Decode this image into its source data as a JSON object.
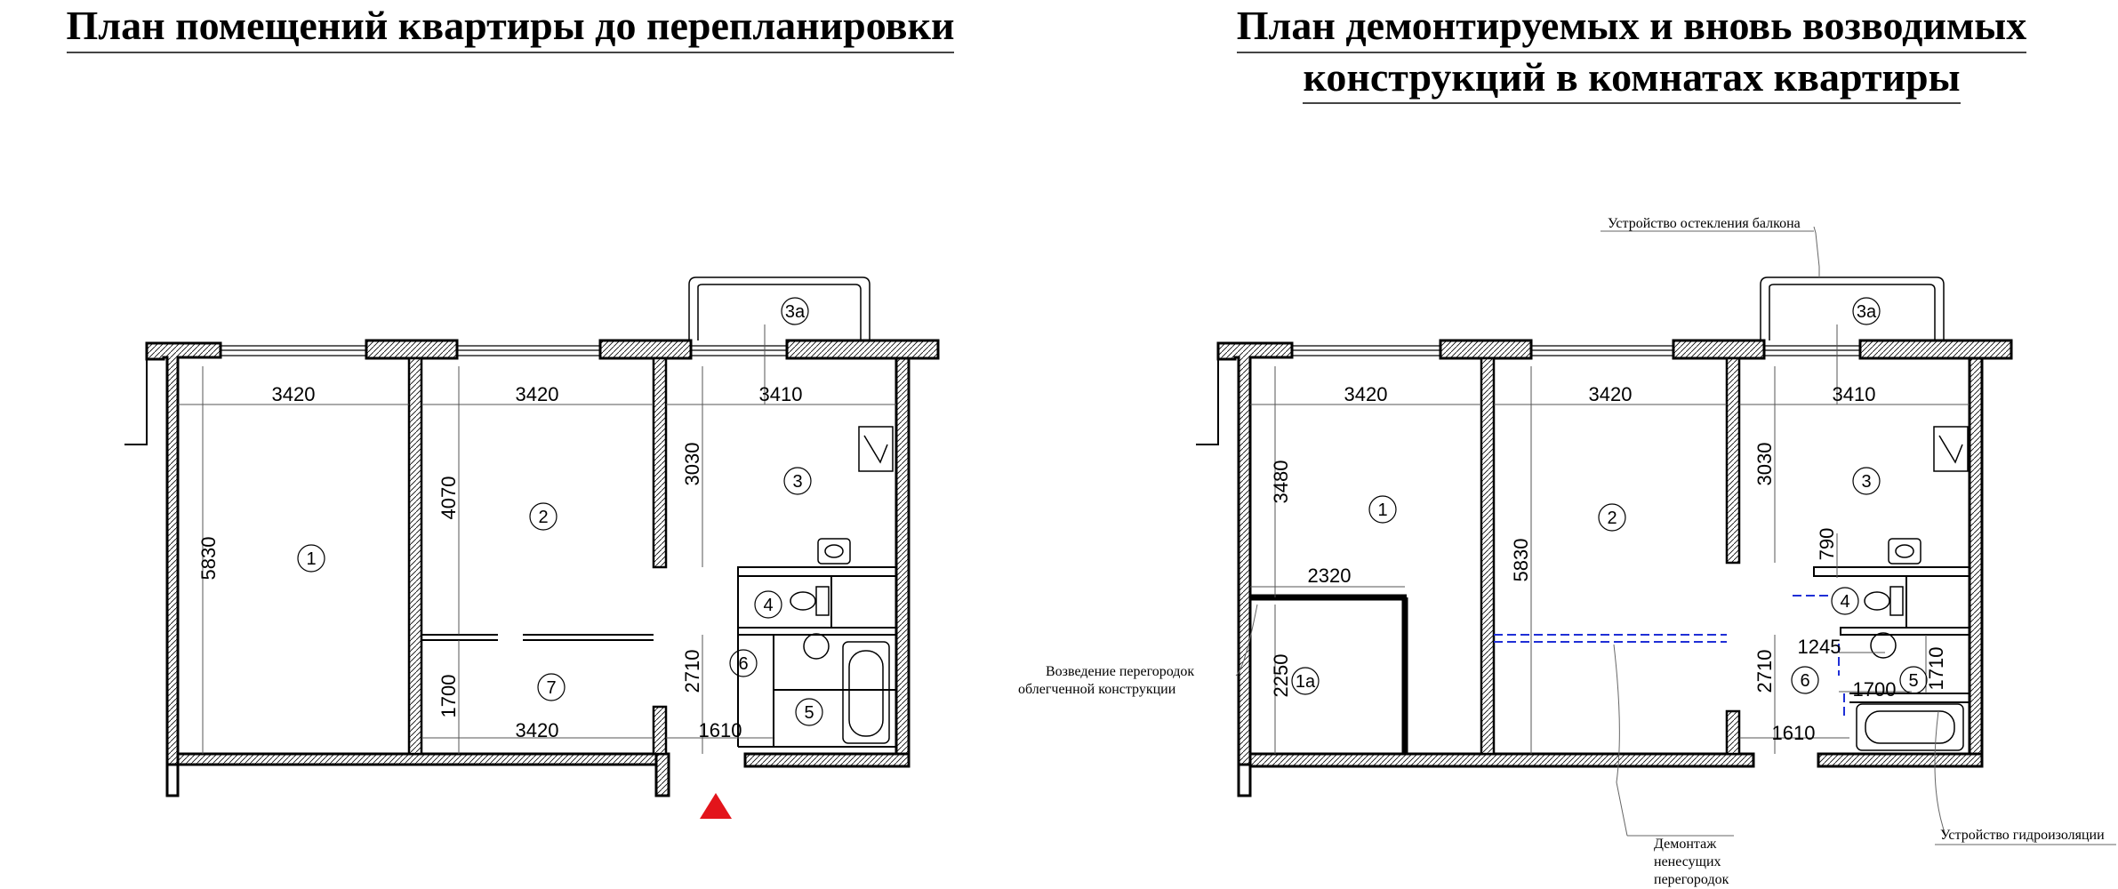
{
  "titles": {
    "left": "План помещений квартиры до перепланировки",
    "right_line1": "План демонтируемых и вновь возводимых",
    "right_line2": "конструкций в комнатах квартиры"
  },
  "plan_before": {
    "rooms": {
      "r1": "1",
      "r2": "2",
      "r3": "3",
      "r3a": "3а",
      "r4": "4",
      "r5": "5",
      "r6": "6",
      "r7": "7"
    },
    "dims": {
      "w1": "3420",
      "w2": "3420",
      "w3": "3410",
      "h1": "5830",
      "h2": "4070",
      "h3": "3030",
      "h7": "1700",
      "w7": "3420",
      "h6": "2710",
      "w6": "1610"
    }
  },
  "plan_after": {
    "rooms": {
      "r1": "1",
      "r1a": "1а",
      "r2": "2",
      "r3": "3",
      "r3a": "3а",
      "r4": "4",
      "r5": "5",
      "r6": "6"
    },
    "dims": {
      "w1": "3420",
      "w2": "3420",
      "w3": "3410",
      "h1": "3480",
      "w1a": "2320",
      "h1a": "2250",
      "h2": "5830",
      "h3": "3030",
      "h4": "790",
      "w4": "1245",
      "w5": "1700",
      "h5": "1710",
      "h6": "2710",
      "w6": "1610"
    },
    "notes": {
      "balcony": "Устройство остекления балкона",
      "partition_line1": "Возведение перегородок",
      "partition_line2": "облегченной конструкции",
      "demolish_line1": "Демонтаж",
      "demolish_line2": "ненесущих",
      "demolish_line3": "перегородок",
      "waterproof": "Устройство гидроизоляции"
    }
  },
  "colors": {
    "entrance_marker": "#e3141b",
    "demolish_lines": "#1f2fd6"
  }
}
